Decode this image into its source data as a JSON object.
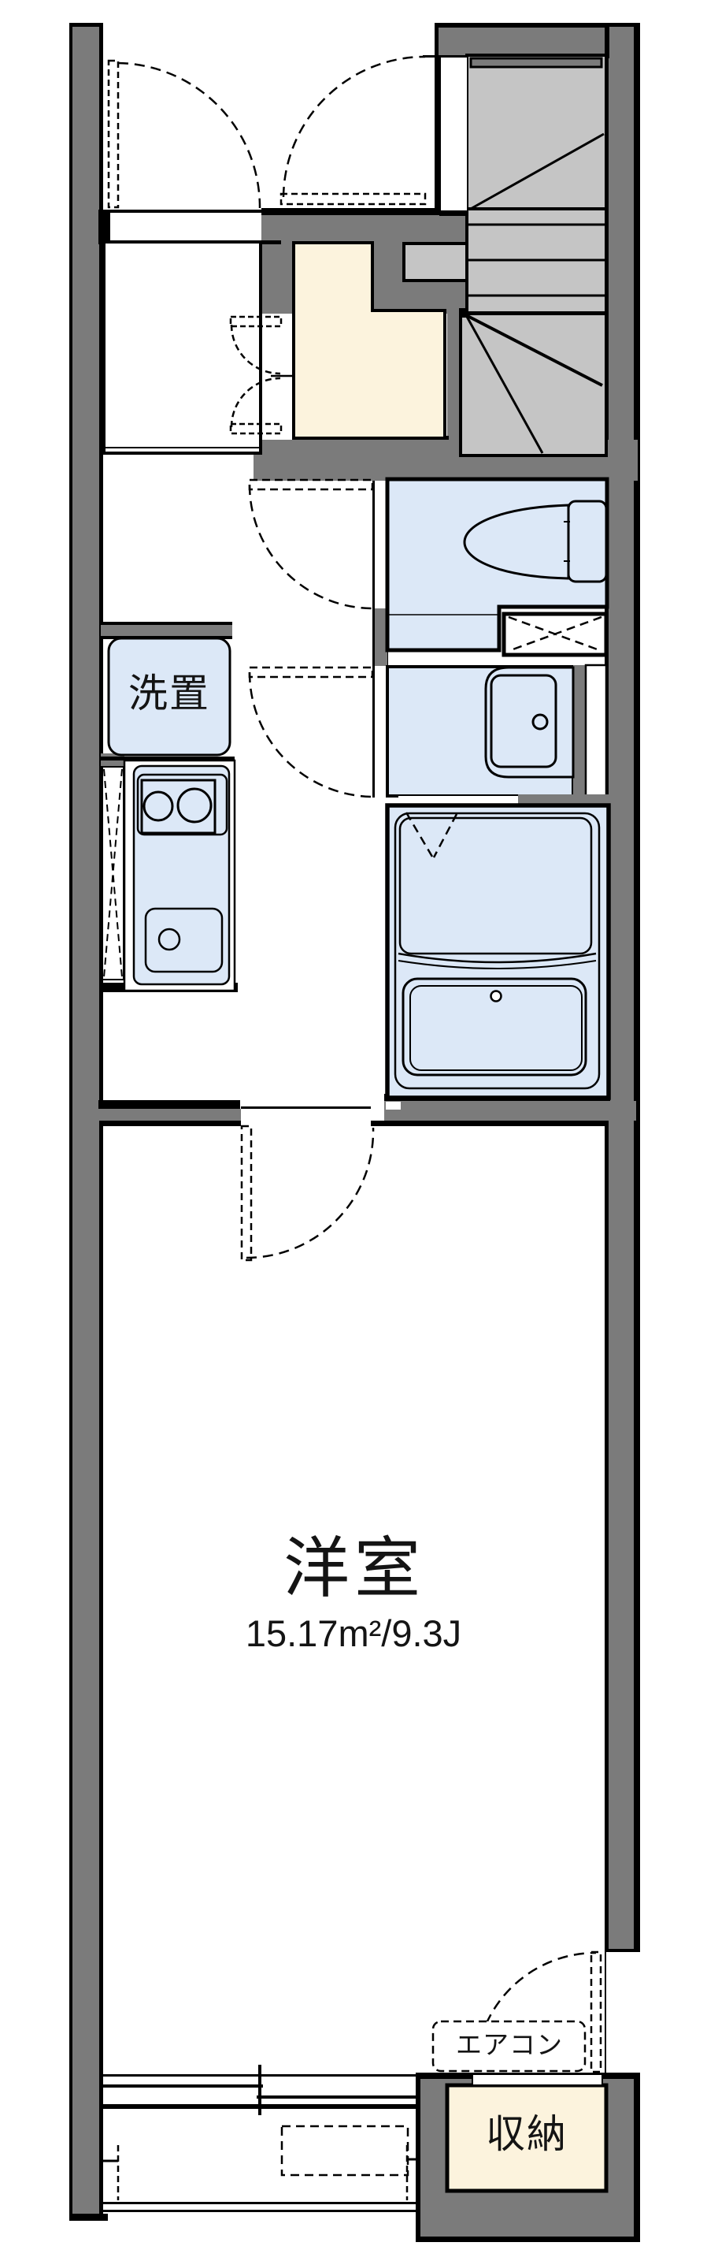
{
  "meta": {
    "type": "apartment-floor-plan",
    "orientation": "vertical"
  },
  "labels": {
    "laundry": "洗置",
    "main_room": "洋室",
    "main_room_size": "15.17m²/9.3J",
    "air_conditioner": "エアコン",
    "storage": "収納"
  },
  "rooms": {
    "main_room": {
      "name": "洋室",
      "area_m2": "15.17",
      "area_jo": "9.3J"
    },
    "entry": {
      "floor": "tile"
    },
    "fixtures": [
      "staircase",
      "closet-double-door",
      "toilet",
      "washbasin",
      "duct-box",
      "laundry-space",
      "refrigerator-space",
      "gas-stove",
      "kitchen-sink",
      "unit-bath",
      "bathtub",
      "air-conditioner-space",
      "storage-closet",
      "sliding-window",
      "balcony-edge"
    ]
  },
  "colors": {
    "wall": "#7b7b7b",
    "stair_tread": "#c5c5c5",
    "fixture_fill": "#dce8f7",
    "entry_floor": "#fcf3dd",
    "line": "#000000",
    "background": "#ffffff"
  }
}
